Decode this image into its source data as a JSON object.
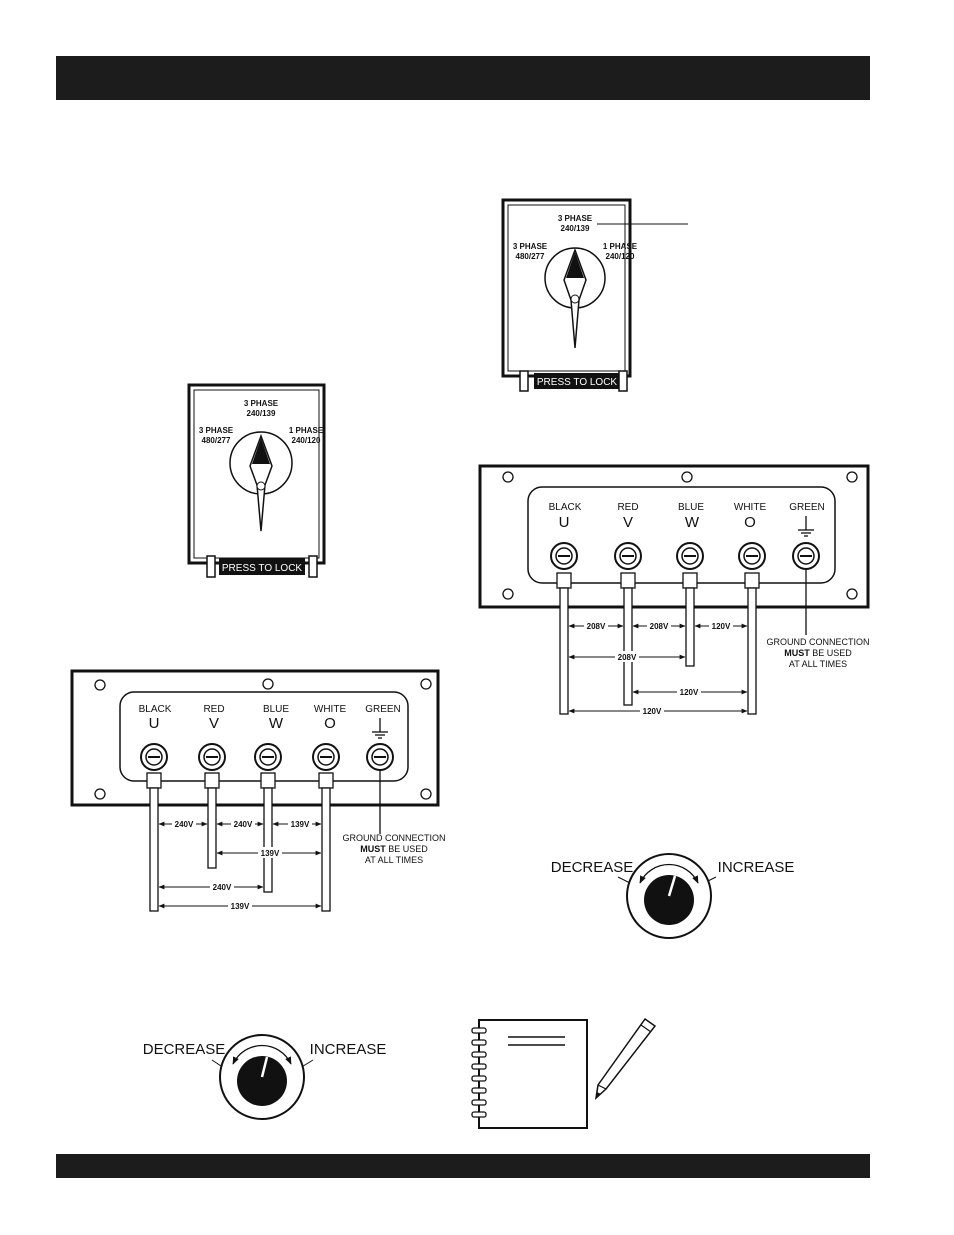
{
  "selector_switch": {
    "top_label_line1": "3 PHASE",
    "top_label_line2": "240/139",
    "left_label_line1": "3 PHASE",
    "left_label_line2": "480/277",
    "right_label_line1": "1 PHASE",
    "right_label_line2": "240/120",
    "lock_button": "PRESS TO LOCK"
  },
  "terminal_board": {
    "terminals": [
      {
        "color": "BLACK",
        "letter": "U"
      },
      {
        "color": "RED",
        "letter": "V"
      },
      {
        "color": "BLUE",
        "letter": "W"
      },
      {
        "color": "WHITE",
        "letter": "O"
      },
      {
        "color": "GREEN",
        "letter": ""
      }
    ],
    "ground_line1": "GROUND CONNECTION",
    "ground_line2_bold": "MUST",
    "ground_line2_rest": " BE USED",
    "ground_line3": "AT ALL TIMES"
  },
  "voltages_3phase_240_139": {
    "u_v": "240V",
    "v_w": "240V",
    "w_o": "139V",
    "v_o": "139V",
    "u_w": "240V",
    "u_o": "139V"
  },
  "voltages_1phase_240_120": {
    "u_v": "208V",
    "v_w": "208V",
    "w_o": "120V",
    "u_w": "208V",
    "v_o": "120V",
    "u_o": "120V"
  },
  "voltage_knob": {
    "decrease": "DECREASE",
    "increase": "INCREASE"
  }
}
